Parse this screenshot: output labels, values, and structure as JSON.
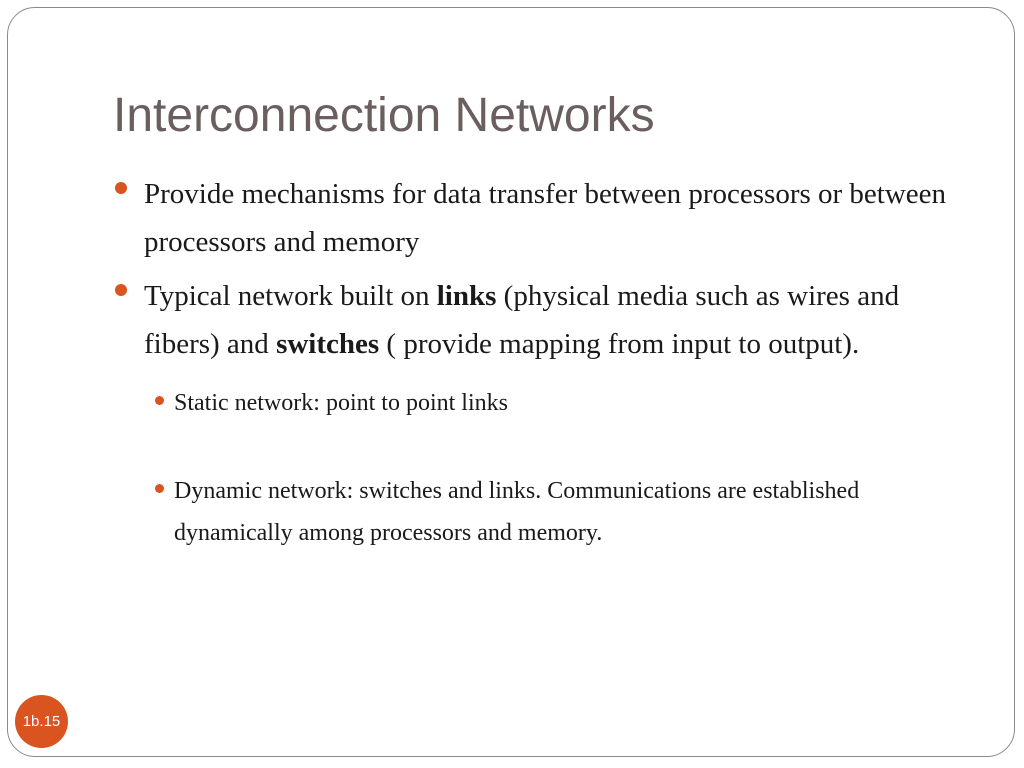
{
  "slide": {
    "title": "Interconnection Networks",
    "slide_number": "1b.15",
    "accent_color": "#d9541e",
    "title_color": "#6a5f5e",
    "bullets": [
      {
        "text": "Provide mechanisms for data transfer between processors or between processors and memory"
      },
      {
        "part1": "Typical network built on ",
        "bold1": "links",
        "part2": " (physical media such as wires and fibers)  and ",
        "bold2": "switches",
        "part3": " ( provide mapping from input to output).",
        "sub_bullets": [
          {
            "text": "Static network: point to point links"
          },
          {
            "text": "Dynamic network: switches and links. Communications are established dynamically among processors and memory."
          }
        ]
      }
    ]
  }
}
